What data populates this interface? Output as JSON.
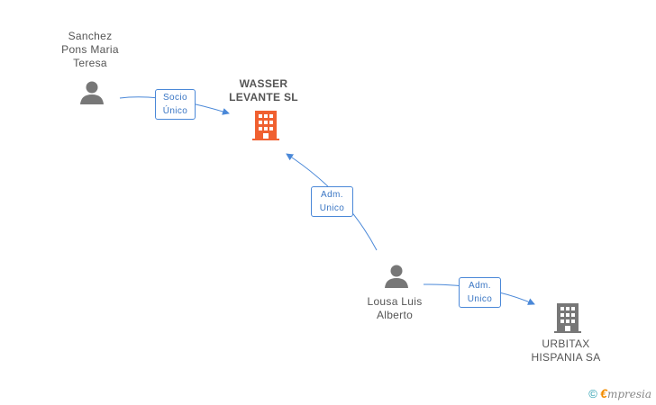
{
  "nodes": {
    "sanchez": {
      "label": "Sanchez\nPons Maria\nTeresa",
      "type": "person"
    },
    "wasser": {
      "label": "WASSER\nLEVANTE SL",
      "type": "company-main"
    },
    "lousa": {
      "label": "Lousa Luis\nAlberto",
      "type": "person"
    },
    "urbitax": {
      "label": "URBITAX\nHISPANIA SA",
      "type": "company"
    }
  },
  "edges": {
    "socio_unico": "Socio\nÚnico",
    "adm_unico_wasser": "Adm.\nUnico",
    "adm_unico_urbitax": "Adm.\nUnico"
  },
  "colors": {
    "edge": "#4a88d8",
    "person_icon": "#777777",
    "main_company_icon": "#f06030",
    "company_icon": "#777777"
  },
  "footer": {
    "copyright_symbol": "©",
    "brand_initial": "€",
    "brand_rest": "mpresia"
  }
}
